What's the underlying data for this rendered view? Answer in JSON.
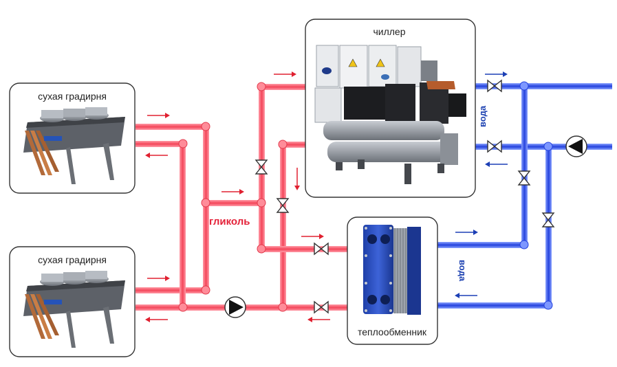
{
  "labels": {
    "dry_cooler_top": "сухая градирня",
    "dry_cooler_bottom": "сухая градирня",
    "chiller": "чиллер",
    "heat_exchanger": "теплообменник",
    "glycol": "гликоль",
    "water_top": "вода",
    "water_bottom": "вода"
  },
  "colors": {
    "glycol_pipe": "#f0505f",
    "glycol_pipe_light": "#ffb0b8",
    "water_pipe": "#2a4fe0",
    "water_pipe_light": "#8aa2ff",
    "glycol_arrow": "#e02030",
    "water_arrow": "#1c3fb5",
    "box_border": "#333333"
  },
  "icons": [
    "dry-cooler-image",
    "chiller-image",
    "plate-heat-exchanger-image",
    "valve-icon",
    "pump-icon",
    "flow-arrow-icon"
  ]
}
